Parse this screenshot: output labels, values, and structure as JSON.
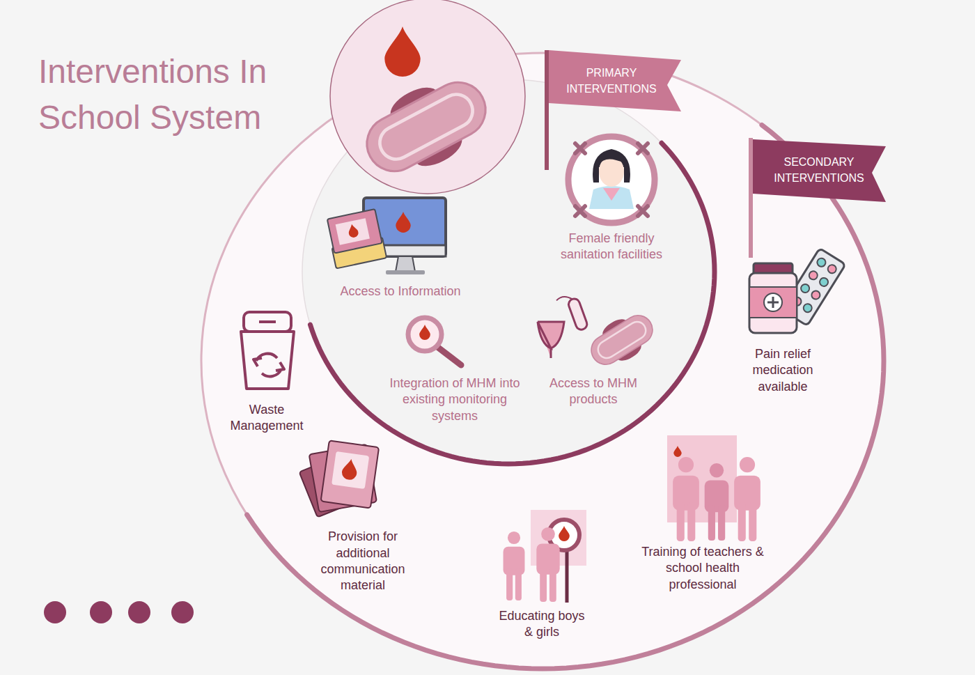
{
  "diagram": {
    "title": "Interventions In School System",
    "nodes": [
      {
        "text": [
          "SECONDARY INTERVENTIONS"
        ]
      },
      {
        "text": [
          "PRIMARY INTERVENTIONS"
        ],
        "in": 0
      }
    ],
    "labels": [
      "Female friendly sanitation facilities",
      "Access to Information",
      "Integration of MHM into existing monitoring systems",
      "Access to MHM products",
      "Pain relief medication available",
      "Waste Management",
      "Provision for additional communication material",
      "Educating boys & girls",
      "Training of teachers & school health professional"
    ]
  }
}
